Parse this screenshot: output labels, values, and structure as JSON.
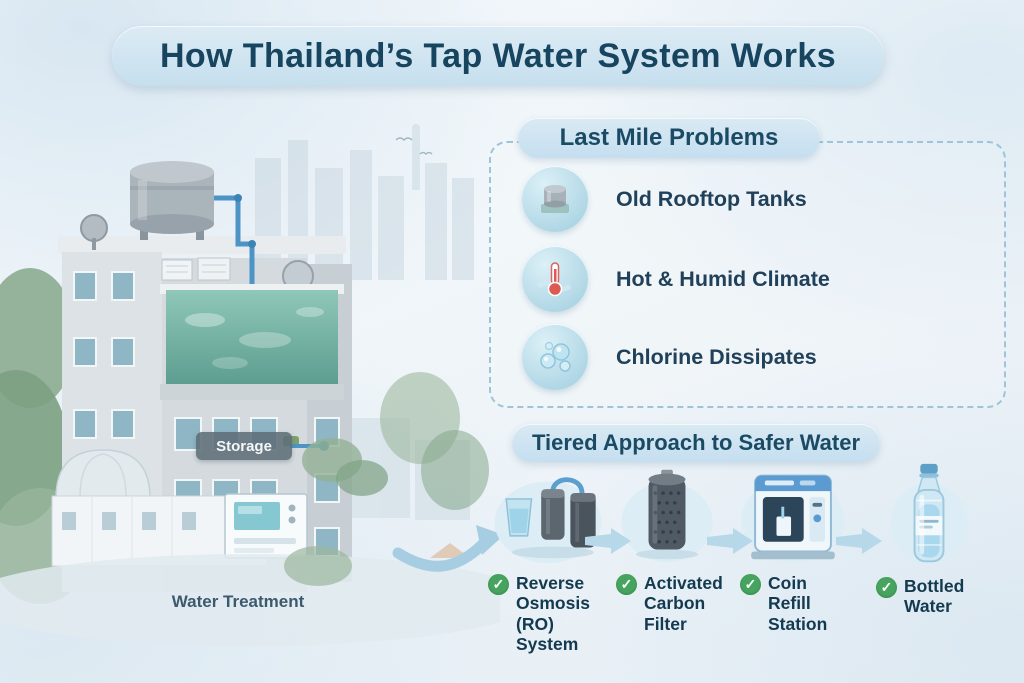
{
  "title": "How Thailand’s Tap Water System Works",
  "illustration": {
    "storage_label": "Storage",
    "treatment_label": "Water Treatment"
  },
  "problems": {
    "title": "Last Mile Problems",
    "items": [
      {
        "icon": "rooftop-tank-icon",
        "label": "Old Rooftop Tanks"
      },
      {
        "icon": "thermometer-icon",
        "label": "Hot & Humid Climate"
      },
      {
        "icon": "bubbles-icon",
        "label": "Chlorine Dissipates"
      }
    ]
  },
  "tiered": {
    "title": "Tiered Approach to Safer Water",
    "items": [
      {
        "icon": "ro-system-icon",
        "label": "Reverse\nOsmosis\n(RO) System"
      },
      {
        "icon": "carbon-filter-icon",
        "label": "Activated\nCarbon\nFilter"
      },
      {
        "icon": "coin-refill-station-icon",
        "label": "Coin\nRefill\nStation"
      },
      {
        "icon": "bottled-water-icon",
        "label": "Bottled\nWater"
      }
    ]
  },
  "colors": {
    "title_text": "#17455f",
    "banner_bg": "#c6dfee",
    "panel_border_dashed": "#9fc3da",
    "check_green": "#46a45f",
    "arrow_blue": "#aecfe3",
    "pool_water": "#6fae9f",
    "pipe_blue": "#4d94c6"
  }
}
